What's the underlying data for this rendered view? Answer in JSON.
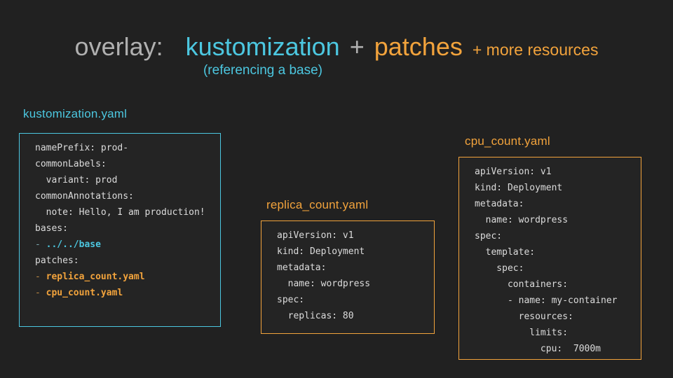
{
  "title": {
    "overlay": "overlay:",
    "kustomization": "kustomization",
    "plus": "+",
    "patches": "patches",
    "more_resources": "+ more resources",
    "subtitle": "(referencing a base)"
  },
  "colors": {
    "background": "#212121",
    "cyan": "#4cc7e0",
    "orange": "#f2a33c",
    "title_gray": "#b0b0b0",
    "code_text": "#dcdcdc"
  },
  "boxes": [
    {
      "label": "kustomization.yaml",
      "accent": "cyan",
      "lines": [
        {
          "spans": [
            {
              "text": "namePrefix: prod-",
              "style": "plain"
            }
          ]
        },
        {
          "spans": [
            {
              "text": "commonLabels:",
              "style": "plain"
            }
          ]
        },
        {
          "spans": [
            {
              "text": "  variant: prod",
              "style": "plain"
            }
          ]
        },
        {
          "spans": [
            {
              "text": "commonAnnotations:",
              "style": "plain"
            }
          ]
        },
        {
          "spans": [
            {
              "text": "  note: Hello, I am production!",
              "style": "plain"
            }
          ]
        },
        {
          "spans": [
            {
              "text": "bases:",
              "style": "plain"
            }
          ]
        },
        {
          "spans": [
            {
              "text": "- ",
              "style": "cyan-dim"
            },
            {
              "text": "../../base",
              "style": "cyan"
            }
          ]
        },
        {
          "spans": [
            {
              "text": "patches:",
              "style": "plain"
            }
          ]
        },
        {
          "spans": [
            {
              "text": "- ",
              "style": "orange-dim"
            },
            {
              "text": "replica_count.yaml",
              "style": "orange"
            }
          ]
        },
        {
          "spans": [
            {
              "text": "- ",
              "style": "orange-dim"
            },
            {
              "text": "cpu_count.yaml",
              "style": "orange"
            }
          ]
        }
      ]
    },
    {
      "label": "replica_count.yaml",
      "accent": "orange",
      "lines": [
        {
          "spans": [
            {
              "text": "apiVersion: v1",
              "style": "plain"
            }
          ]
        },
        {
          "spans": [
            {
              "text": "kind: Deployment",
              "style": "plain"
            }
          ]
        },
        {
          "spans": [
            {
              "text": "metadata:",
              "style": "plain"
            }
          ]
        },
        {
          "spans": [
            {
              "text": "  name: wordpress",
              "style": "plain"
            }
          ]
        },
        {
          "spans": [
            {
              "text": "spec:",
              "style": "plain"
            }
          ]
        },
        {
          "spans": [
            {
              "text": "  replicas: 80",
              "style": "plain"
            }
          ]
        }
      ]
    },
    {
      "label": "cpu_count.yaml",
      "accent": "orange",
      "lines": [
        {
          "spans": [
            {
              "text": "apiVersion: v1",
              "style": "plain"
            }
          ]
        },
        {
          "spans": [
            {
              "text": "kind: Deployment",
              "style": "plain"
            }
          ]
        },
        {
          "spans": [
            {
              "text": "metadata:",
              "style": "plain"
            }
          ]
        },
        {
          "spans": [
            {
              "text": "  name: wordpress",
              "style": "plain"
            }
          ]
        },
        {
          "spans": [
            {
              "text": "spec:",
              "style": "plain"
            }
          ]
        },
        {
          "spans": [
            {
              "text": "  template:",
              "style": "plain"
            }
          ]
        },
        {
          "spans": [
            {
              "text": "    spec:",
              "style": "plain"
            }
          ]
        },
        {
          "spans": [
            {
              "text": "      containers:",
              "style": "plain"
            }
          ]
        },
        {
          "spans": [
            {
              "text": "      - name: my-container",
              "style": "plain"
            }
          ]
        },
        {
          "spans": [
            {
              "text": "        resources:",
              "style": "plain"
            }
          ]
        },
        {
          "spans": [
            {
              "text": "          limits:",
              "style": "plain"
            }
          ]
        },
        {
          "spans": [
            {
              "text": "            cpu:  7000m",
              "style": "plain"
            }
          ]
        }
      ]
    }
  ]
}
